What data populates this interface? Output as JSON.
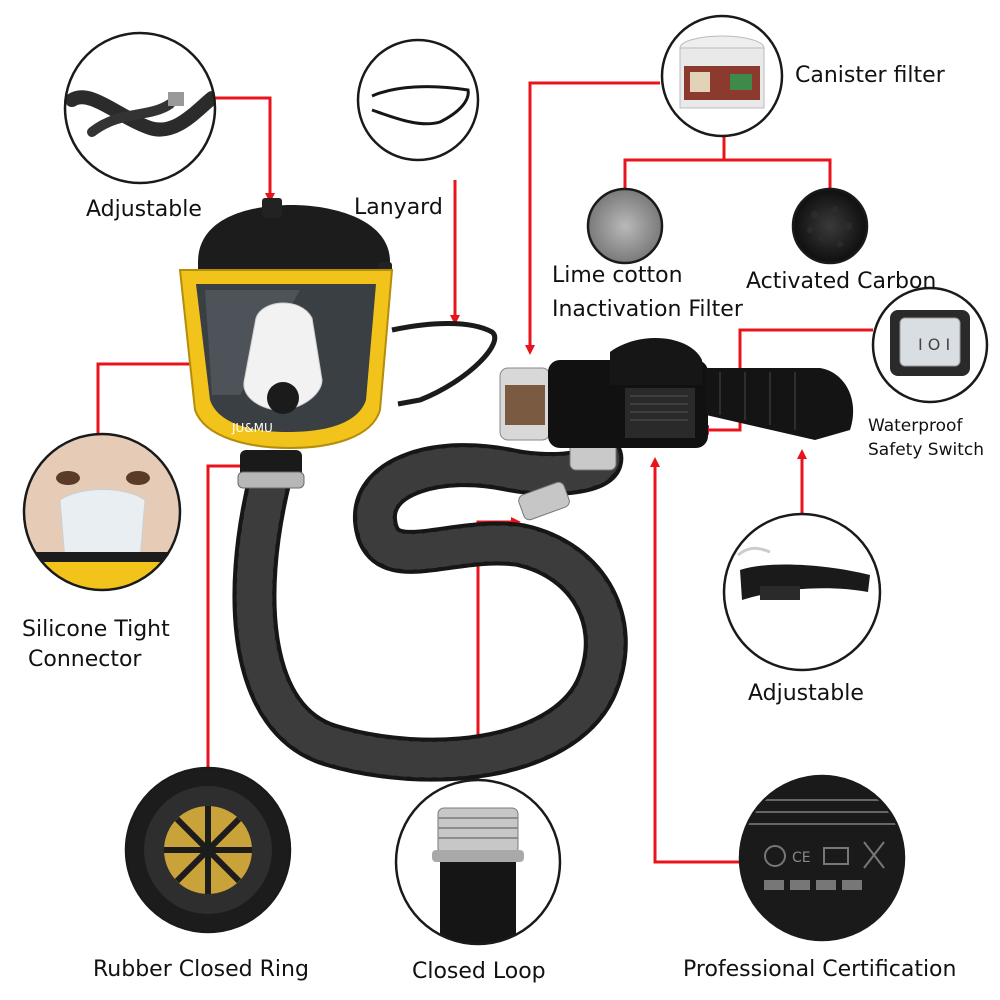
{
  "labels": {
    "adjustable_top": "Adjustable",
    "lanyard": "Lanyard",
    "canister_filter": "Canister filter",
    "lime_cotton_line1": "Lime cotton",
    "lime_cotton_line2": "Inactivation Filter",
    "activated_carbon": "Activated Carbon",
    "waterproof_line1": "Waterproof",
    "waterproof_line2": "Safety Switch",
    "silicone_line1": "Silicone Tight",
    "silicone_line2": "Connector",
    "adjustable_right": "Adjustable",
    "rubber_closed_ring": "Rubber Closed Ring",
    "closed_loop": "Closed Loop",
    "professional_certification": "Professional Certification"
  },
  "product": {
    "brand_mark": "JU&MU"
  },
  "colors": {
    "arrow": "#e8141b",
    "mask_frame": "#f2c31b",
    "hose": "#161616",
    "circle_border": "#1a1a1a"
  }
}
